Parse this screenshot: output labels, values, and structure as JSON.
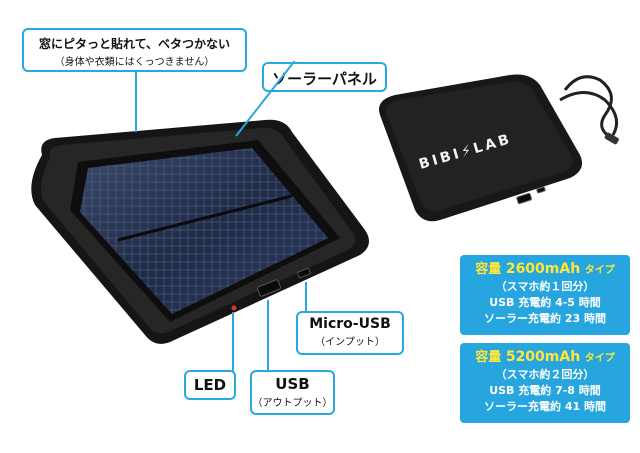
{
  "callouts": {
    "adhesive": {
      "main": "窓にピタっと貼れて、ベタつかない",
      "sub": "（身体や衣類にはくっつきません）"
    },
    "solar": {
      "main": "ソーラーパネル"
    },
    "microusb": {
      "main": "Micro-USB",
      "sub": "（インプット）"
    },
    "led": {
      "main": "LED"
    },
    "usb": {
      "main": "USB",
      "sub": "（アウトプット）"
    }
  },
  "brand": "BIBI⚡LAB",
  "specs": [
    {
      "cap_prefix": "容量",
      "cap_value": "2600mAh",
      "cap_suffix": "タイプ",
      "line1": "（スマホ約１回分）",
      "line2": "USB 充電約 4-5 時間",
      "line3": "ソーラー充電約 23 時間"
    },
    {
      "cap_prefix": "容量",
      "cap_value": "5200mAh",
      "cap_suffix": "タイプ",
      "line1": "（スマホ約２回分）",
      "line2": "USB 充電約 7-8 時間",
      "line3": "ソーラー充電約 41 時間"
    }
  ],
  "colors": {
    "accent": "#27a5de",
    "highlight": "#ffe73a",
    "device": "#1c1c1c"
  }
}
